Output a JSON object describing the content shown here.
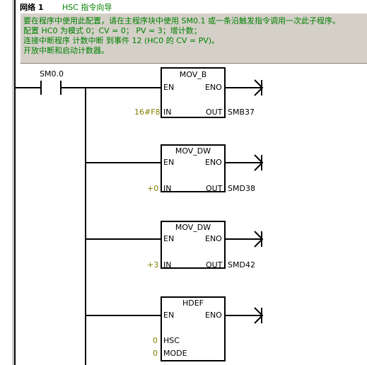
{
  "network": {
    "title": "网络 1",
    "description": "HSC 指令向导"
  },
  "comment": {
    "lines": [
      "要在程序中使用此配置，请在主程序块中使用 SM0.1 或一条沿触发指令调用一次此子程序。",
      "配置 HC0 为模式 0；CV = 0； PV = 3；增计数；",
      "连接中断程序 计数中断 到事件 12 (HC0 的 CV = PV)。",
      "开放中断和启动计数器。"
    ]
  },
  "contact": {
    "label": "SM0.0"
  },
  "boxes": [
    {
      "title": "MOV_B",
      "en": "EN",
      "eno": "ENO",
      "in_label": "IN",
      "out_label": "OUT",
      "in_value": "16#F8",
      "out_value": "SMB37"
    },
    {
      "title": "MOV_DW",
      "en": "EN",
      "eno": "ENO",
      "in_label": "IN",
      "out_label": "OUT",
      "in_value": "+0",
      "out_value": "SMD38"
    },
    {
      "title": "MOV_DW",
      "en": "EN",
      "eno": "ENO",
      "in_label": "IN",
      "out_label": "OUT",
      "in_value": "+3",
      "out_value": "SMD42"
    },
    {
      "title": "HDEF",
      "en": "EN",
      "eno": "ENO",
      "hsc_label": "HSC",
      "mode_label": "MODE",
      "hsc_value": "0",
      "mode_value": "0"
    }
  ]
}
